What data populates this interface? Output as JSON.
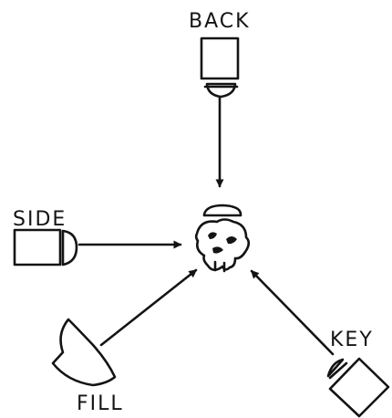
{
  "labels": {
    "back": "BACK",
    "side": "SIDE",
    "fill": "FILL",
    "key": "KEY"
  },
  "colors": {
    "ink": "#141414",
    "paper": "#ffffff"
  },
  "elements": {
    "subject": "subject-head-icon",
    "back_light": "back-light-icon",
    "side_light": "side-light-icon",
    "fill_light": "fill-light-icon",
    "key_light": "key-light-icon"
  }
}
